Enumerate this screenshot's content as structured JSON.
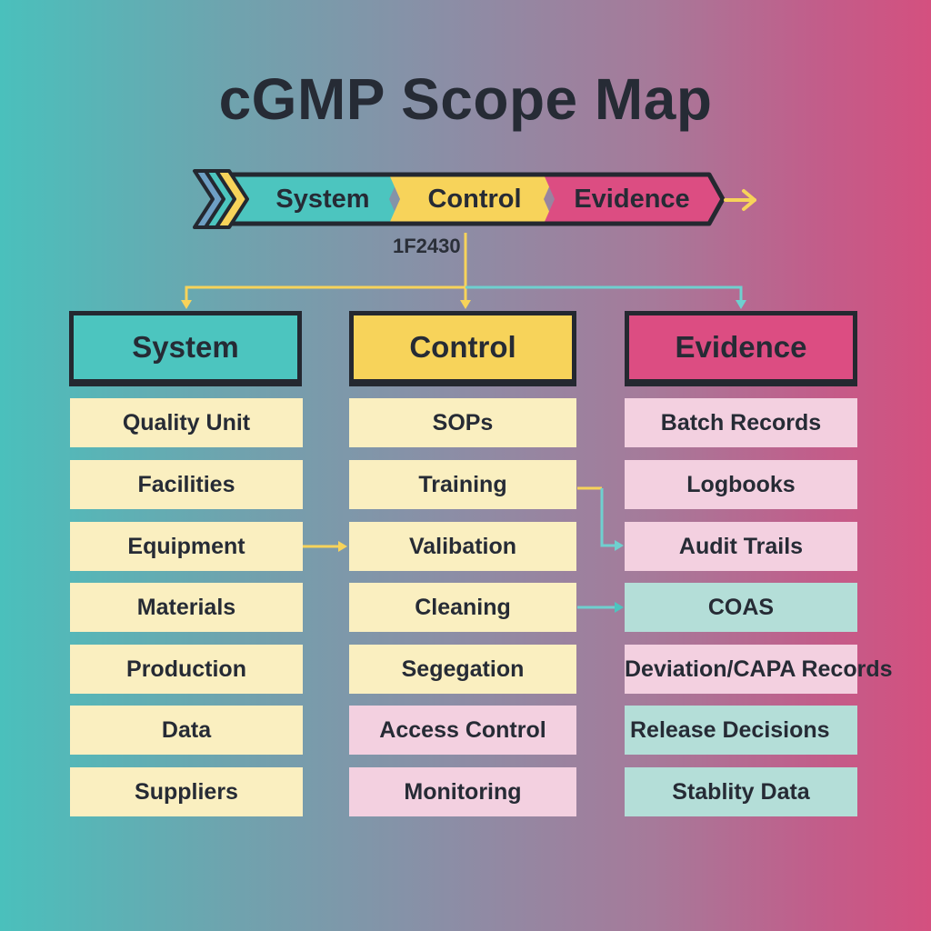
{
  "title": "cGMP Scope Map",
  "banner": {
    "segments": [
      {
        "label": "System",
        "color": "#4cc5bf"
      },
      {
        "label": "Control",
        "color": "#f7d35a"
      },
      {
        "label": "Evidence",
        "color": "#dc4d82"
      }
    ],
    "icon": "chevron-right-icon",
    "arrow_icon": "arrow-right-icon"
  },
  "hex_code": "1F2430",
  "colors": {
    "dark": "#1F2430",
    "teal": "#4cc5bf",
    "yellow": "#f7d35a",
    "pink": "#dc4d82",
    "item_yellow": "#faefc0",
    "item_pink": "#f3d0e0",
    "item_teal": "#b4ded8"
  },
  "columns": [
    {
      "header": "System",
      "color": "#4cc5bf",
      "items": [
        {
          "label": "Quality Unit",
          "style": "yellow"
        },
        {
          "label": "Facilities",
          "style": "yellow"
        },
        {
          "label": "Equipment",
          "style": "yellow"
        },
        {
          "label": "Materials",
          "style": "yellow"
        },
        {
          "label": "Production",
          "style": "yellow"
        },
        {
          "label": "Data",
          "style": "yellow"
        },
        {
          "label": "Suppliers",
          "style": "yellow"
        }
      ]
    },
    {
      "header": "Control",
      "color": "#f7d35a",
      "items": [
        {
          "label": "SOPs",
          "style": "yellow"
        },
        {
          "label": "Training",
          "style": "yellow"
        },
        {
          "label": "Valibation",
          "style": "yellow"
        },
        {
          "label": "Cleaning",
          "style": "yellow"
        },
        {
          "label": "Segegation",
          "style": "yellow"
        },
        {
          "label": "Access Control",
          "style": "pink"
        },
        {
          "label": "Monitoring",
          "style": "pink"
        }
      ]
    },
    {
      "header": "Evidence",
      "color": "#dc4d82",
      "items": [
        {
          "label": "Batch Records",
          "style": "pink"
        },
        {
          "label": "Logbooks",
          "style": "pink"
        },
        {
          "label": "Audit Trails",
          "style": "pink"
        },
        {
          "label": "COAS",
          "style": "teal"
        },
        {
          "label": "Deviation/CAPA Records",
          "style": "pink"
        },
        {
          "label": "Release Decisions",
          "style": "teal"
        },
        {
          "label": "Stablity Data",
          "style": "teal"
        }
      ]
    }
  ],
  "links": [
    {
      "from": "Equipment",
      "to": "Valibation",
      "color": "#f7d35a"
    },
    {
      "from": "Training",
      "to": "Audit Trails",
      "color": "#f7d35a"
    },
    {
      "from": "Cleaning",
      "to": "COAS",
      "color": "#6fd0cf"
    }
  ]
}
